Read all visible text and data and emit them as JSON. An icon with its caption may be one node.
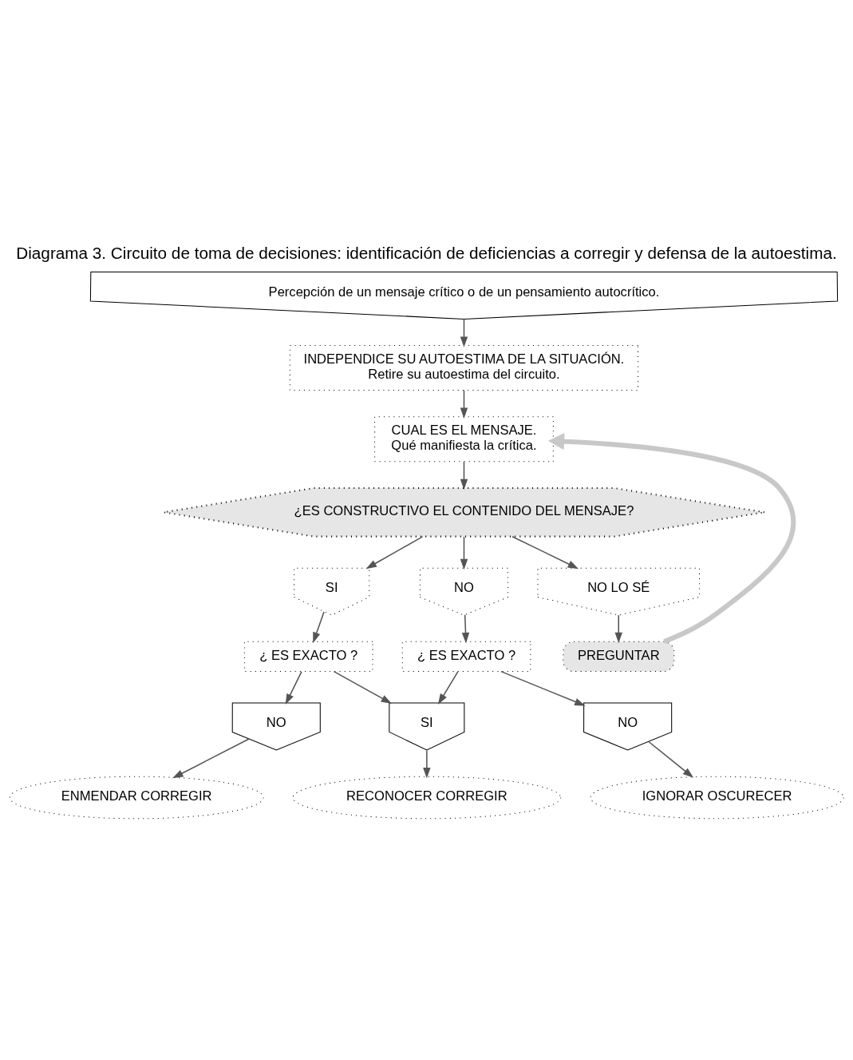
{
  "diagram": {
    "title": "Diagrama 3. Circuito de toma de decisiones: identificación de deficiencias a corregir y defensa de la autoestima.",
    "nodes": [
      {
        "text": [
          "Percepción de un mensaje crítico o de un pensamiento autocrítico."
        ]
      },
      {
        "text": [
          "INDEPENDICE SU AUTOESTIMA DE LA SITUACIÓN.",
          "Retire su autoestima del circuito."
        ]
      },
      {
        "text": [
          "CUAL ES EL MENSAJE.",
          "Qué manifiesta la crítica."
        ]
      },
      {
        "text": [
          "¿ES CONSTRUCTIVO EL CONTENIDO DEL MENSAJE?"
        ]
      },
      {
        "text": [
          "SI"
        ]
      },
      {
        "text": [
          "NO"
        ]
      },
      {
        "text": [
          "NO LO SÉ"
        ]
      },
      {
        "text": [
          "PREGUNTAR"
        ]
      },
      {
        "text": [
          "¿ ES EXACTO ?"
        ]
      },
      {
        "text": [
          "¿ ES EXACTO ?"
        ]
      },
      {
        "text": [
          "NO"
        ]
      },
      {
        "text": [
          "SI"
        ]
      },
      {
        "text": [
          "NO"
        ]
      },
      {
        "text": [
          "ENMENDAR CORREGIR"
        ]
      },
      {
        "text": [
          "RECONOCER CORREGIR"
        ]
      },
      {
        "text": [
          "IGNORAR OSCURECER"
        ]
      }
    ],
    "edges": [
      {
        "from": 0,
        "to": 1,
        "arrow": "to"
      },
      {
        "from": 1,
        "to": 2,
        "arrow": "to"
      },
      {
        "from": 2,
        "to": 3,
        "arrow": "to"
      },
      {
        "from": 3,
        "to": 4,
        "arrow": "to"
      },
      {
        "from": 3,
        "to": 5,
        "arrow": "to"
      },
      {
        "from": 3,
        "to": 6,
        "arrow": "to"
      },
      {
        "from": 4,
        "to": 8,
        "arrow": "to"
      },
      {
        "from": 5,
        "to": 9,
        "arrow": "to"
      },
      {
        "from": 6,
        "to": 7,
        "arrow": "to"
      },
      {
        "from": 7,
        "to": 2,
        "arrow": "to",
        "style": "thick",
        "color": "#c8c8c8"
      },
      {
        "from": 8,
        "to": 10,
        "arrow": "to"
      },
      {
        "from": 8,
        "to": 11,
        "arrow": "to"
      },
      {
        "from": 9,
        "to": 11,
        "arrow": "to"
      },
      {
        "from": 9,
        "to": 12,
        "arrow": "to"
      },
      {
        "from": 10,
        "to": 13,
        "arrow": "to"
      },
      {
        "from": 11,
        "to": 14,
        "arrow": "to"
      },
      {
        "from": 12,
        "to": 15,
        "arrow": "to"
      }
    ]
  }
}
